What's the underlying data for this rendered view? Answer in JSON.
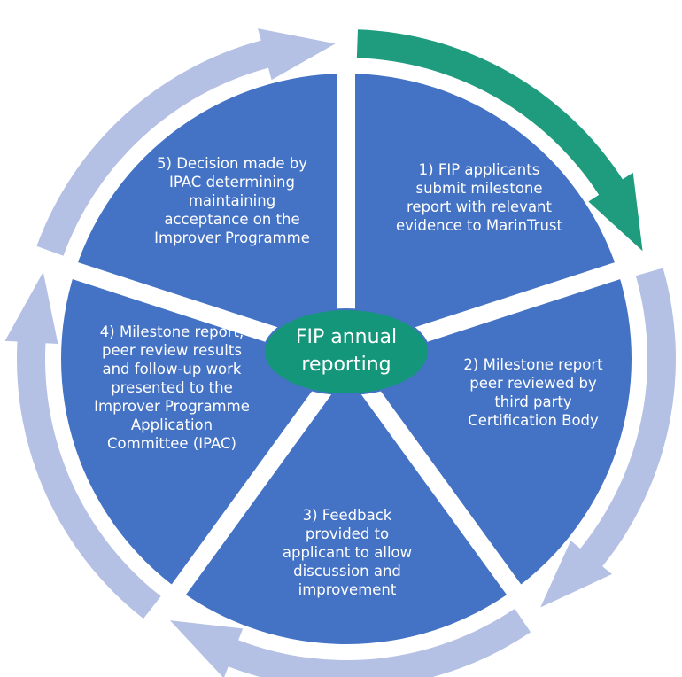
{
  "center": {
    "lines": [
      "FIP annual",
      "reporting"
    ]
  },
  "steps": [
    {
      "lines": [
        "1) FIP applicants",
        "submit milestone",
        "report with relevant",
        "evidence to MarinTrust"
      ]
    },
    {
      "lines": [
        "2) Milestone report",
        "peer reviewed by",
        "third party",
        "Certification Body"
      ]
    },
    {
      "lines": [
        "3) Feedback",
        "provided to",
        "applicant to allow",
        "discussion and",
        "improvement"
      ]
    },
    {
      "lines": [
        "4) Milestone report,",
        "peer review results",
        "and follow-up work",
        "presented to the",
        "Improver Programme",
        "Application",
        "Committee (IPAC)"
      ]
    },
    {
      "lines": [
        "5) Decision made by",
        "IPAC determining",
        "maintaining",
        "acceptance on the",
        "Improver Programme"
      ]
    }
  ],
  "colors": {
    "segment": "#4472C4",
    "ring_arrow": "#B4C0E4",
    "active_arrow": "#1E9C7D",
    "center": "#14967B",
    "center_border": "#4472C4",
    "gap": "#ffffff"
  },
  "active_step": 1
}
